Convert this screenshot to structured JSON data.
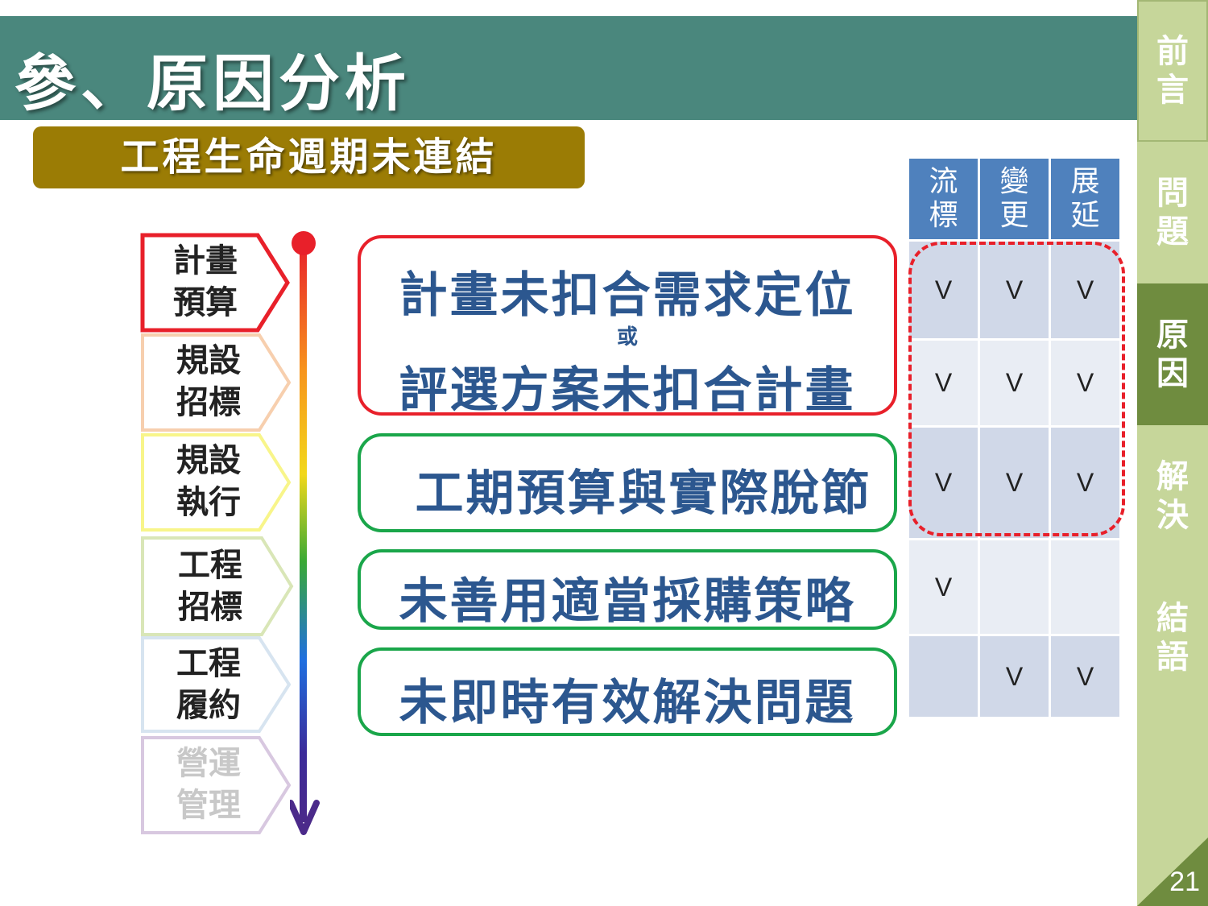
{
  "header": {
    "title": "參、原因分析",
    "subtitle": "工程生命週期未連結"
  },
  "nav": {
    "items": [
      {
        "label": "前言"
      },
      {
        "label": "問題"
      },
      {
        "label": "原因"
      },
      {
        "label": "解決"
      },
      {
        "label": "結語"
      }
    ],
    "page_number": "21"
  },
  "stages": [
    {
      "label": "計畫預算",
      "color": "#e8202a"
    },
    {
      "label": "規設招標",
      "color": "#f7cfae"
    },
    {
      "label": "規設執行",
      "color": "#f8f58a"
    },
    {
      "label": "工程招標",
      "color": "#d9e6b7"
    },
    {
      "label": "工程履約",
      "color": "#d7e4f0"
    },
    {
      "label": "營運管理",
      "color": "#d8c8e0"
    }
  ],
  "causes": [
    {
      "line1": "計畫未扣合需求定位",
      "or": "或",
      "line2": "評選方案未扣合計畫",
      "border": "#e8202a"
    },
    {
      "text": "工期預算與實際脫節",
      "border": "#1aa64a"
    },
    {
      "text": "未善用適當採購策略",
      "border": "#1aa64a"
    },
    {
      "text": "未即時有效解決問題",
      "border": "#1aa64a"
    }
  ],
  "matrix": {
    "headers": [
      "流標",
      "變更",
      "展延"
    ],
    "rows": [
      [
        "V",
        "V",
        "V"
      ],
      [
        "V",
        "V",
        "V"
      ],
      [
        "V",
        "V",
        "V"
      ],
      [
        "V",
        "",
        ""
      ],
      [
        "",
        "V",
        "V"
      ]
    ]
  },
  "colors": {
    "title_bar": "#4a877d",
    "subtitle_bg": "#9b7c05",
    "nav_bg": "#c6d69a",
    "nav_active": "#6f8c3f",
    "header_cell": "#4f81bd",
    "cell_dark": "#d0d8e8",
    "cell_light": "#e9edf4",
    "cause_text": "#2c578f"
  }
}
